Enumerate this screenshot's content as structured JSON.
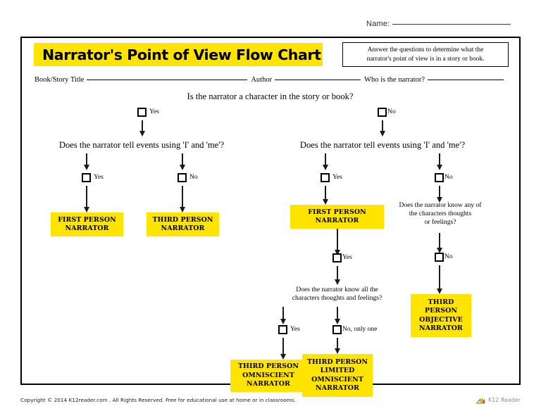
{
  "worksheet": {
    "name_field": {
      "label": "Name:"
    },
    "title": "Narrator's Point of View Flow Chart",
    "instructions_line1": "Answer the questions to determine what the",
    "instructions_line2": "narrator's point of view is in a story or book.",
    "fields": [
      {
        "label": "Book/Story Title"
      },
      {
        "label": "Author"
      },
      {
        "label": "Who is the narrator?"
      }
    ]
  },
  "colors": {
    "highlight_yellow": "#FFE400",
    "ink_black": "#000000",
    "brand_gray": "#8A8A8A"
  },
  "flow": {
    "root_question": "Is the narrator a character in the story or book?",
    "root_options": [
      {
        "label": "Yes"
      },
      {
        "label": "No"
      }
    ],
    "left_branch": {
      "question": "Does the narrator tell events using 'I' and 'me'?",
      "options": [
        {
          "label": "Yes"
        },
        {
          "label": "No"
        }
      ],
      "results": [
        {
          "line1": "FIRST PERSON",
          "line2": "NARRATOR"
        },
        {
          "line1": "THIRD PERSON",
          "line2": "NARRATOR"
        }
      ]
    },
    "right_branch": {
      "question": "Does the narrator tell events using 'I' and 'me'?",
      "options": [
        {
          "label": "Yes"
        },
        {
          "label": "No"
        }
      ],
      "yes_path": {
        "result": {
          "line1": "FIRST PERSON",
          "line2": "NARRATOR"
        },
        "followup_option": {
          "label": "Yes"
        },
        "followup_question_line1": "Does the narrator know all the",
        "followup_question_line2": "characters thoughts and feelings?",
        "followup_options": [
          {
            "label": "Yes"
          },
          {
            "label": "No, only one"
          }
        ],
        "results": [
          {
            "line1": "THIRD PERSON",
            "line2": "OMNISCIENT",
            "line3": "NARRATOR"
          },
          {
            "line1": "THIRD PERSON",
            "line2": "LIMITED",
            "line3": "OMNISCIENT",
            "line4": "NARRATOR"
          }
        ]
      },
      "no_path": {
        "question_line1": "Does the narrator know any of",
        "question_line2": "the characters thoughts",
        "question_line3": "or feelings?",
        "option": {
          "label": "No"
        },
        "result": {
          "line1": "THIRD",
          "line2": "PERSON",
          "line3": "OBJECTIVE",
          "line4": "NARRATOR"
        }
      }
    }
  },
  "footer": {
    "copyright": "Copyright © 2014 K12reader.com . All Rights Reserved. Free for educational use at home or in classrooms.",
    "brand": "K12 Reader"
  }
}
